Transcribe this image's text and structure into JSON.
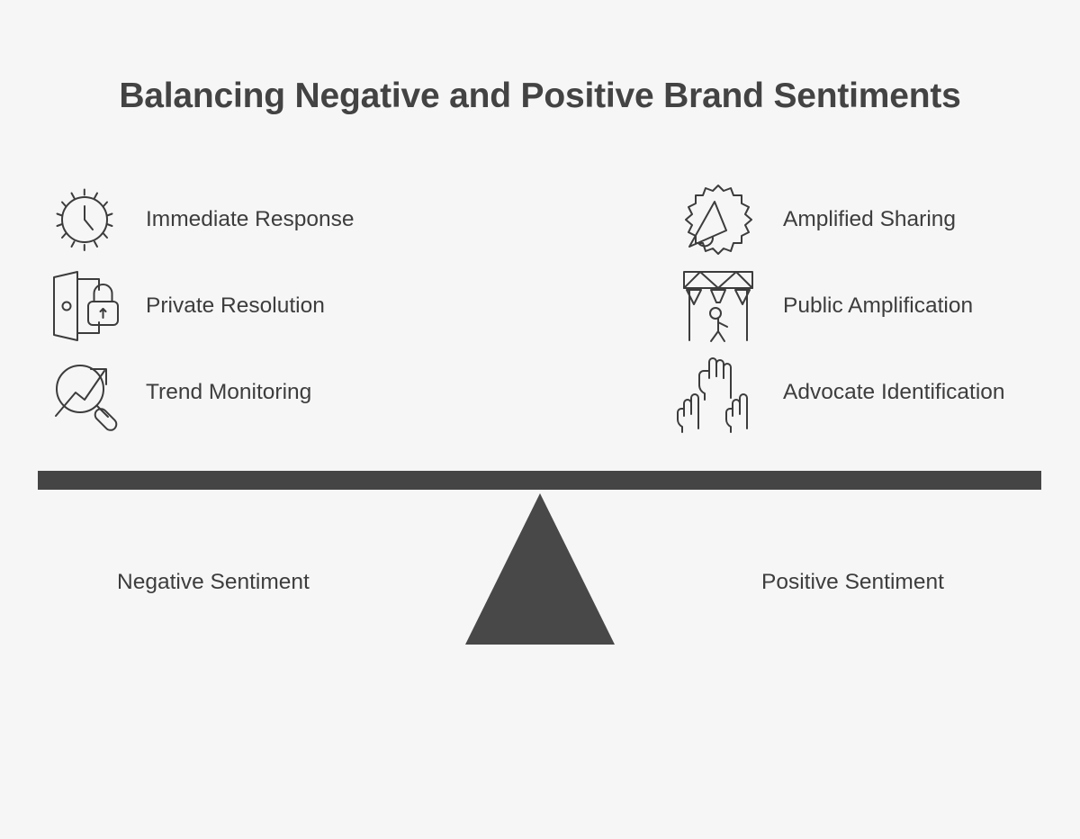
{
  "page": {
    "title": "Balancing Negative and Positive Brand Sentiments",
    "background_color": "#f6f6f6",
    "text_color": "#3d3d3d",
    "beam_color": "#454545",
    "fulcrum_color": "#484848"
  },
  "left_column": {
    "base_label": "Negative Sentiment",
    "items": [
      {
        "label": "Immediate Response",
        "icon": "alarm-clock-icon"
      },
      {
        "label": "Private Resolution",
        "icon": "door-lock-icon"
      },
      {
        "label": "Trend Monitoring",
        "icon": "magnifier-trend-icon"
      }
    ]
  },
  "right_column": {
    "base_label": "Positive Sentiment",
    "items": [
      {
        "label": "Amplified Sharing",
        "icon": "megaphone-burst-icon"
      },
      {
        "label": "Public Amplification",
        "icon": "stage-spotlight-icon"
      },
      {
        "label": "Advocate Identification",
        "icon": "raised-fists-icon"
      }
    ]
  }
}
